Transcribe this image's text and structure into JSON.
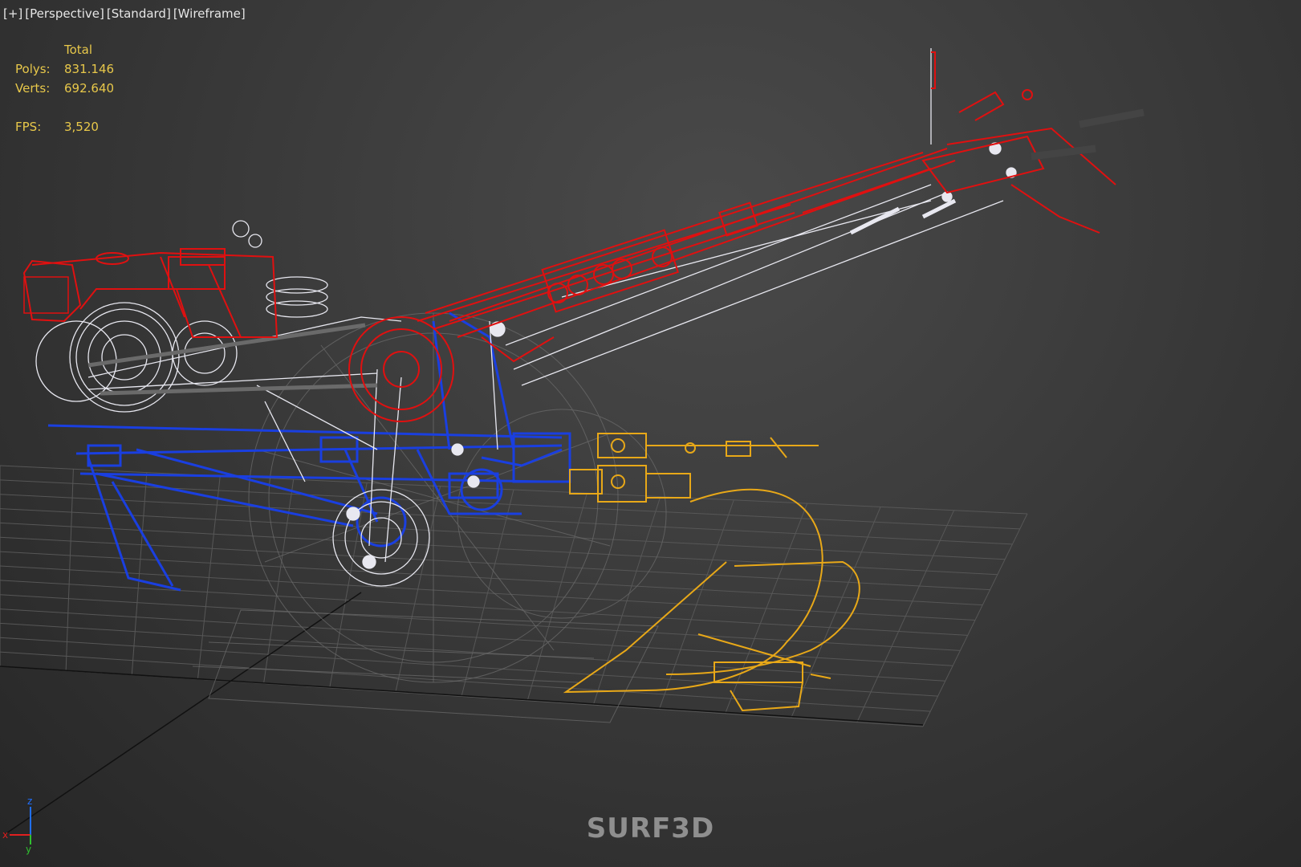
{
  "viewport": {
    "labels": [
      "[+]",
      "[Perspective]",
      "[Standard]",
      "[Wireframe]"
    ],
    "stats": {
      "header": "Total",
      "polys_label": "Polys:",
      "polys_value": "831.146",
      "verts_label": "Verts:",
      "verts_value": "692.640",
      "fps_label": "FPS:",
      "fps_value": "3,520"
    },
    "watermark": "SURF3D",
    "axis_labels": {
      "z": "z",
      "x": "x",
      "y": "y"
    }
  },
  "colors": {
    "background": "#3a3a3a",
    "grid": "#585858",
    "engine_red": "#e01010",
    "chassis_blue": "#1a3fe0",
    "plow_yellow": "#e8a818",
    "parts_white": "#e8e8f0",
    "stats_yellow": "#e8c84a"
  }
}
